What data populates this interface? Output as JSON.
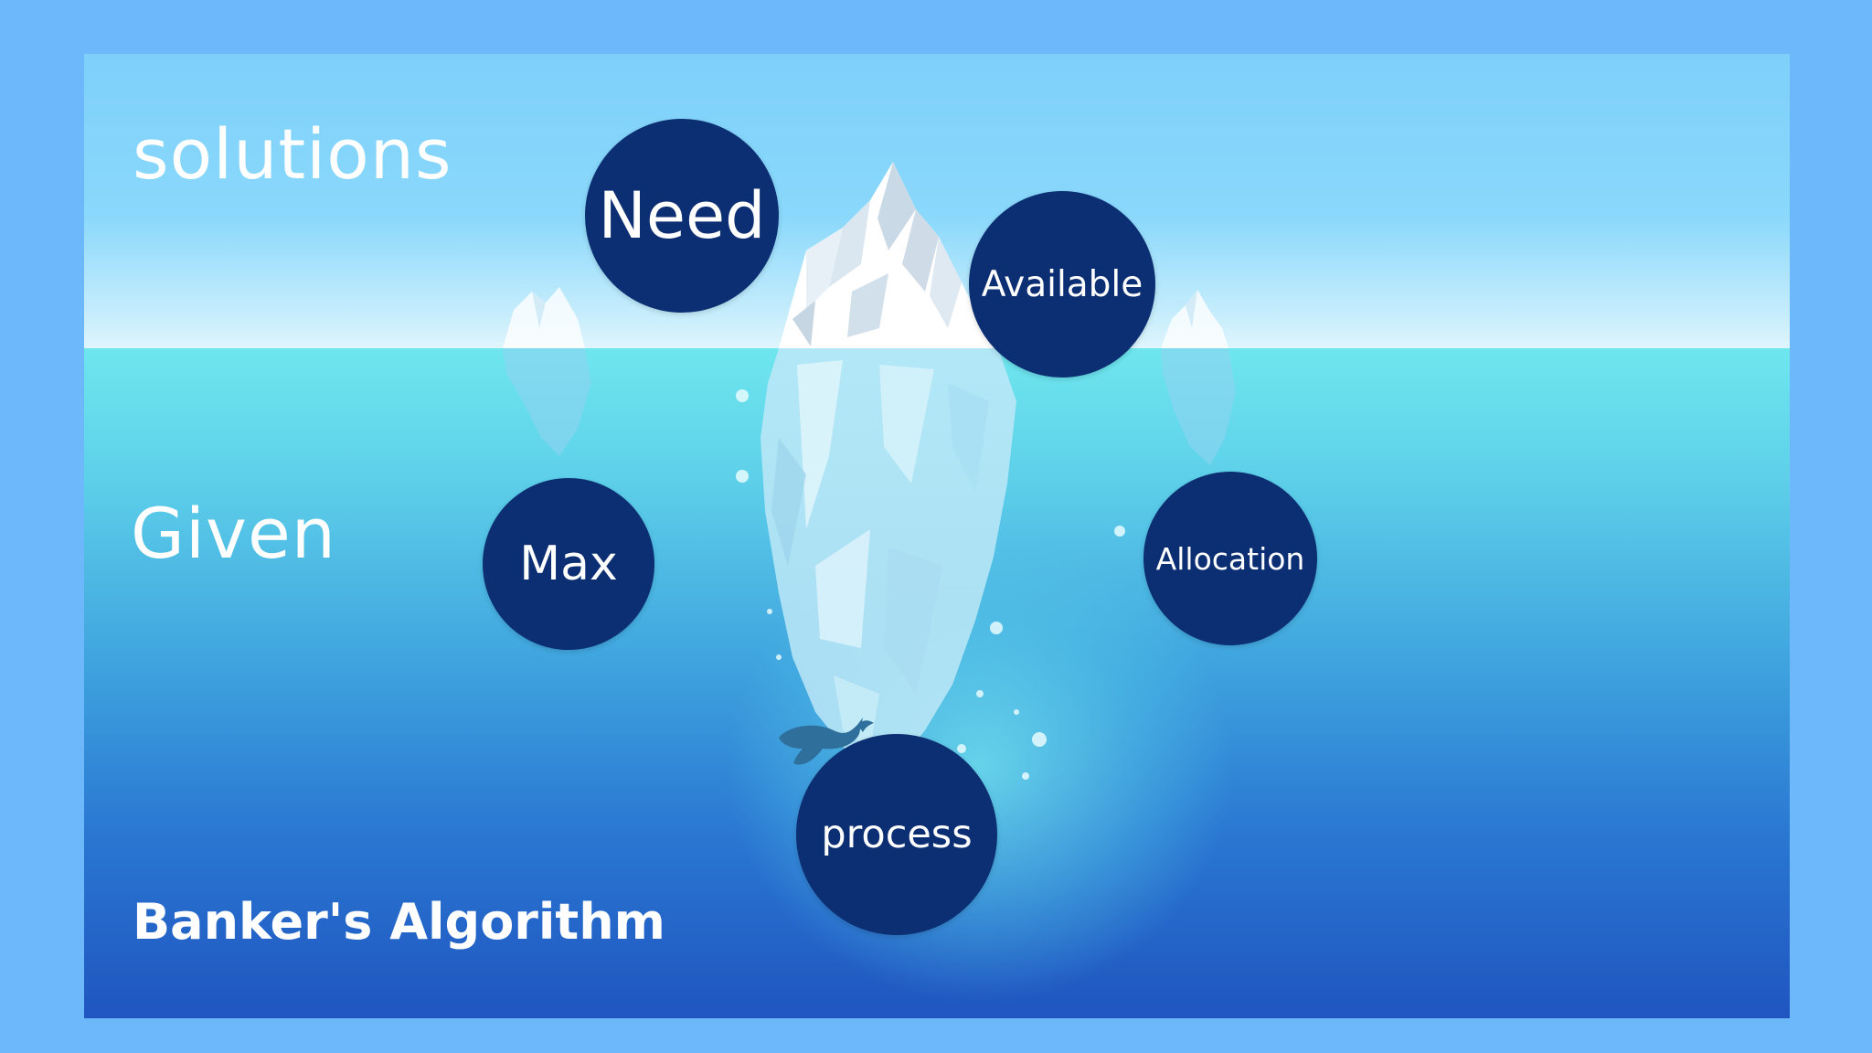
{
  "slide": {
    "title": "Banker's Algorithm",
    "section_labels": {
      "solutions": "solutions",
      "given": "Given"
    },
    "nodes": {
      "need": "Need",
      "available": "Available",
      "max": "Max",
      "allocation": "Allocation",
      "process": "process"
    }
  },
  "colors": {
    "frame": "#6db8fb",
    "node_fill": "#0c2f73",
    "text": "#ffffff"
  },
  "icons": [
    "iceberg-illustration",
    "whale-icon",
    "small-iceberg-left",
    "small-iceberg-right"
  ]
}
